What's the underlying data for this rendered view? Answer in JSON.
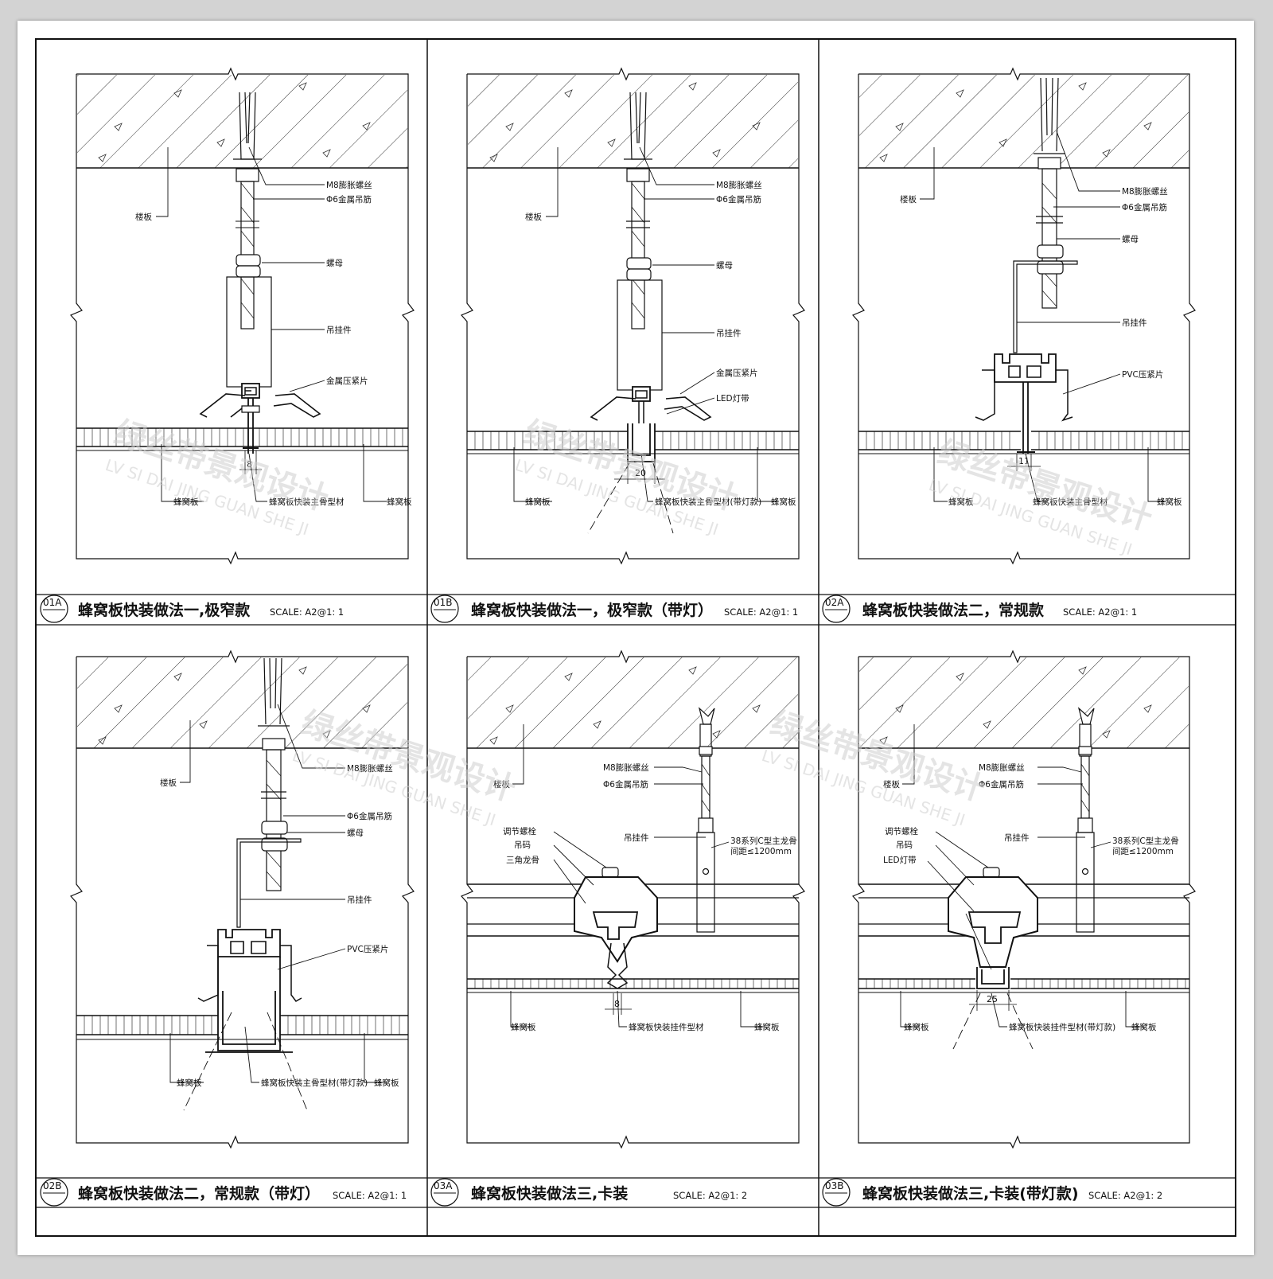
{
  "watermark": {
    "cn": "绿丝带景观设计",
    "en": "LV SI DAI JING GUAN SHE JI"
  },
  "panels": [
    {
      "id": "01A",
      "title": "蜂窝板快装做法一,极窄款",
      "scale": "SCALE: A2@1: 1",
      "labels": {
        "slab": "楼板",
        "bolt": "M8膨胀螺丝",
        "rod": "Φ6金属吊筋",
        "nut": "螺母",
        "hanger": "吊挂件",
        "clip": "金属压紧片",
        "left_panel": "蜂窝板",
        "profile": "蜂窝板快装主骨型材",
        "right_panel": "蜂窝板"
      },
      "dimension": "8"
    },
    {
      "id": "01B",
      "title": "蜂窝板快装做法一，极窄款（带灯）",
      "scale": "SCALE: A2@1: 1",
      "labels": {
        "slab": "楼板",
        "bolt": "M8膨胀螺丝",
        "rod": "Φ6金属吊筋",
        "nut": "螺母",
        "hanger": "吊挂件",
        "clip": "金属压紧片",
        "led": "LED灯带",
        "left_panel": "蜂窝板",
        "profile": "蜂窝板快装主骨型材(带灯款)",
        "right_panel": "蜂窝板"
      },
      "dimension": "20"
    },
    {
      "id": "02A",
      "title": "蜂窝板快装做法二，常规款",
      "scale": "SCALE: A2@1: 1",
      "labels": {
        "slab": "楼板",
        "bolt": "M8膨胀螺丝",
        "rod": "Φ6金属吊筋",
        "nut": "螺母",
        "hanger": "吊挂件",
        "clip": "PVC压紧片",
        "left_panel": "蜂窝板",
        "profile": "蜂窝板快装主骨型材",
        "right_panel": "蜂窝板"
      },
      "dimension": "11"
    },
    {
      "id": "02B",
      "title": "蜂窝板快装做法二，常规款（带灯）",
      "scale": "SCALE: A2@1: 1",
      "labels": {
        "slab": "楼板",
        "bolt": "M8膨胀螺丝",
        "rod": "Φ6金属吊筋",
        "nut": "螺母",
        "hanger": "吊挂件",
        "clip": "PVC压紧片",
        "left_panel": "蜂窝板",
        "profile": "蜂窝板快装主骨型材(带灯款)",
        "right_panel": "蜂窝板"
      }
    },
    {
      "id": "03A",
      "title": "蜂窝板快装做法三,卡装",
      "scale": "SCALE: A2@1: 2",
      "labels": {
        "slab": "楼板",
        "bolt": "M8膨胀螺丝",
        "rod": "Φ6金属吊筋",
        "hanger": "吊挂件",
        "channel": "38系列C型主龙骨",
        "spacing": "间距≤1200mm",
        "adjust": "调节螺栓",
        "code": "吊码",
        "tri": "三角龙骨",
        "left_panel": "蜂窝板",
        "profile": "蜂窝板快装挂件型材",
        "right_panel": "蜂窝板"
      },
      "dimension": "8"
    },
    {
      "id": "03B",
      "title": "蜂窝板快装做法三,卡装(带灯款)",
      "scale": "SCALE: A2@1: 2",
      "labels": {
        "slab": "楼板",
        "bolt": "M8膨胀螺丝",
        "rod": "Φ6金属吊筋",
        "hanger": "吊挂件",
        "channel": "38系列C型主龙骨",
        "spacing": "间距≤1200mm",
        "adjust": "调节螺栓",
        "code": "吊码",
        "led": "LED灯带",
        "left_panel": "蜂窝板",
        "profile": "蜂窝板快装挂件型材(带灯款)",
        "right_panel": "蜂窝板"
      },
      "dimension": "25"
    }
  ]
}
